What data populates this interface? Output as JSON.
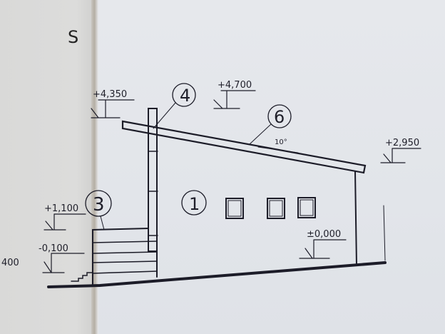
{
  "drawing": {
    "sheet_label": "S",
    "type": "building section elevation",
    "callouts": [
      {
        "id": "callout-1",
        "label": "1"
      },
      {
        "id": "callout-3",
        "label": "3"
      },
      {
        "id": "callout-4",
        "label": "4"
      },
      {
        "id": "callout-6",
        "label": "6"
      }
    ],
    "levels": [
      {
        "id": "level-roof-high",
        "label": "+4,350"
      },
      {
        "id": "level-chimney-top",
        "label": "+4,700"
      },
      {
        "id": "level-roof-low",
        "label": "+2,950"
      },
      {
        "id": "level-terrace",
        "label": "+1,100"
      },
      {
        "id": "level-ground-left",
        "label": "-0,100"
      },
      {
        "id": "level-floor",
        "label": "±0,000"
      },
      {
        "id": "level-partial-left",
        "label": "400"
      }
    ],
    "roof_slope": "10°",
    "windows_count": 3
  }
}
